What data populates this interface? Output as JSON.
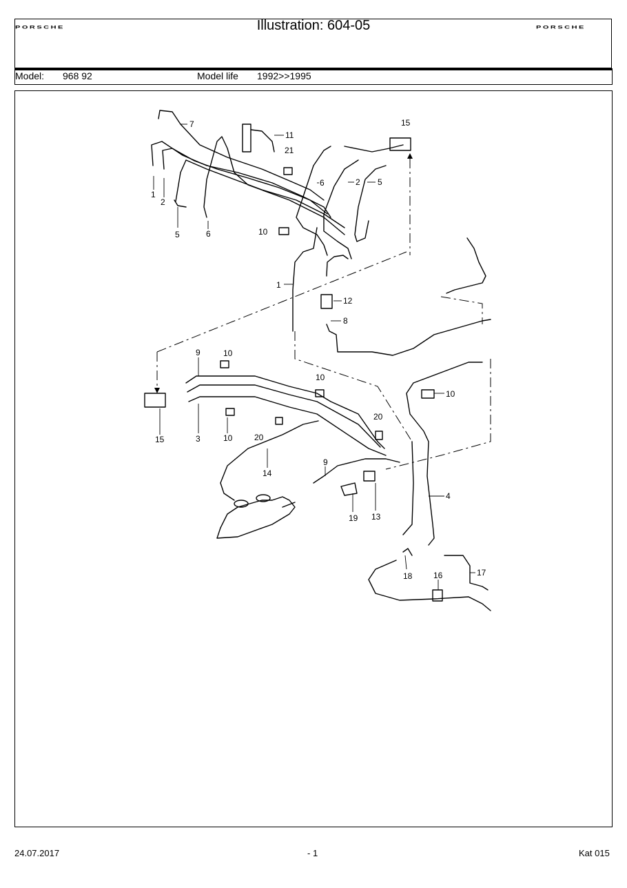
{
  "header": {
    "logo_left": "PORSCHE",
    "logo_right": "PORSCHE",
    "title": "Illustration: 604-05"
  },
  "model_bar": {
    "model_label": "Model:",
    "model_value": "968 92",
    "life_label": "Model life",
    "life_value": "1992>>1995"
  },
  "diagram": {
    "callouts": {
      "c1a": "1",
      "c1b": "1",
      "c2a": "2",
      "c2b": "2",
      "c3": "3",
      "c4": "4",
      "c5a": "5",
      "c5b": "5",
      "c6a": "6",
      "c6b": "6",
      "c7": "7",
      "c8": "8",
      "c9a": "9",
      "c9b": "9",
      "c10a": "10",
      "c10b": "10",
      "c10c": "10",
      "c10d": "10",
      "c10e": "10",
      "c11": "11",
      "c12": "12",
      "c13": "13",
      "c14": "14",
      "c15a": "15",
      "c15b": "15",
      "c16": "16",
      "c17": "17",
      "c18": "18",
      "c19": "19",
      "c20a": "20",
      "c20b": "20",
      "c21": "21"
    }
  },
  "footer": {
    "date": "24.07.2017",
    "page": "- 1",
    "catalog": "Kat 015"
  }
}
